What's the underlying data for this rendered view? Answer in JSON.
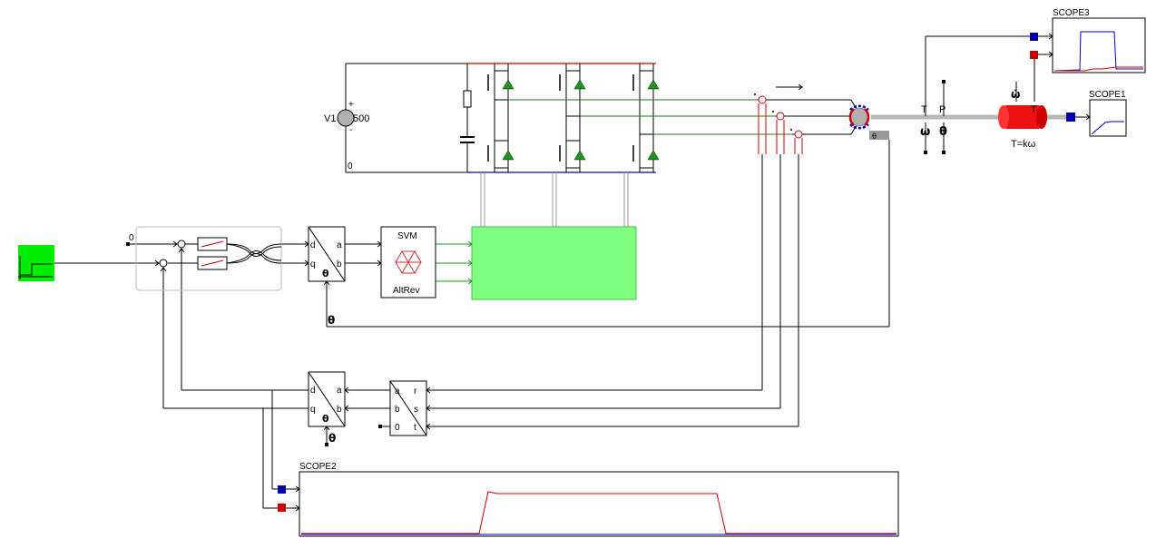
{
  "scope_titles": {
    "scope1": "SCOPE1",
    "scope2": "SCOPE2",
    "scope3": "SCOPE3"
  },
  "source": {
    "name": "V1",
    "value": "500",
    "plus": "+",
    "minus": "-",
    "ground": "0"
  },
  "svm": {
    "title": "SVM",
    "subtitle": "AltRev"
  },
  "const_zero_top": "0",
  "dq_top": {
    "d": "d",
    "q": "q",
    "a": "a",
    "b": "b",
    "theta": "θ"
  },
  "dq_bottom": {
    "d": "d",
    "q": "q",
    "a": "a",
    "b": "b",
    "theta": "θ"
  },
  "theta_feedback": "θ",
  "theta_bottom": "θ",
  "clarke": {
    "a": "a",
    "b": "b",
    "zero": "0",
    "r": "r",
    "s": "s",
    "t": "t"
  },
  "shaft_sensor": {
    "T": "T",
    "P": "P",
    "omega": "ω",
    "theta": "θ"
  },
  "load": {
    "omega_dot": "ω̇",
    "T": "T",
    "formula": "T=kω"
  },
  "angle_out": "θ",
  "colors": {
    "dc_positive": "#d00000",
    "dc_negative": "#0000c0",
    "phase_wire": "#1a7a1a",
    "controller": "#80ff80",
    "step_block": "#00ee00",
    "scope_trace_red": "#cc0000",
    "scope_trace_blue": "#0000cc",
    "load_body": "#ee1111",
    "shaft": "#b0b0b0"
  }
}
